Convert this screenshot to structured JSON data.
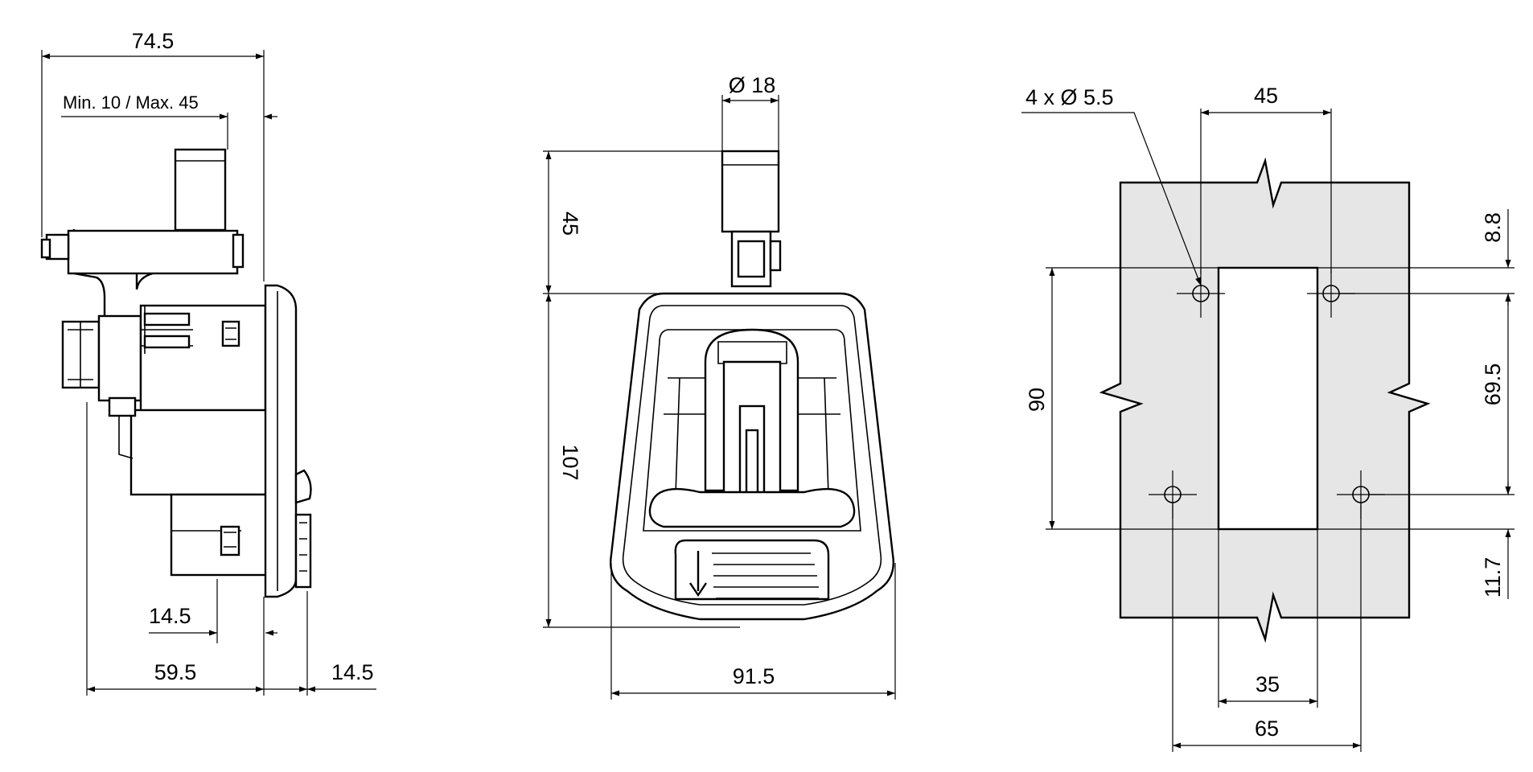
{
  "side_view": {
    "overall_width": "74.5",
    "panel_range": "Min. 10 / Max. 45",
    "lower_offset": "14.5",
    "body_depth": "59.5",
    "front_projection": "14.5"
  },
  "front_view": {
    "key_diameter": "Ø 18",
    "top_height": "45",
    "body_height": "107",
    "body_width": "91.5"
  },
  "cutout_view": {
    "hole_callout": "4 x Ø 5.5",
    "hole_spacing_top": "45",
    "top_offset": "8.8",
    "overall_height": "90",
    "hole_spacing_vertical": "69.5",
    "bottom_offset": "11.7",
    "cutout_width": "35",
    "hole_spacing_bottom": "65"
  }
}
